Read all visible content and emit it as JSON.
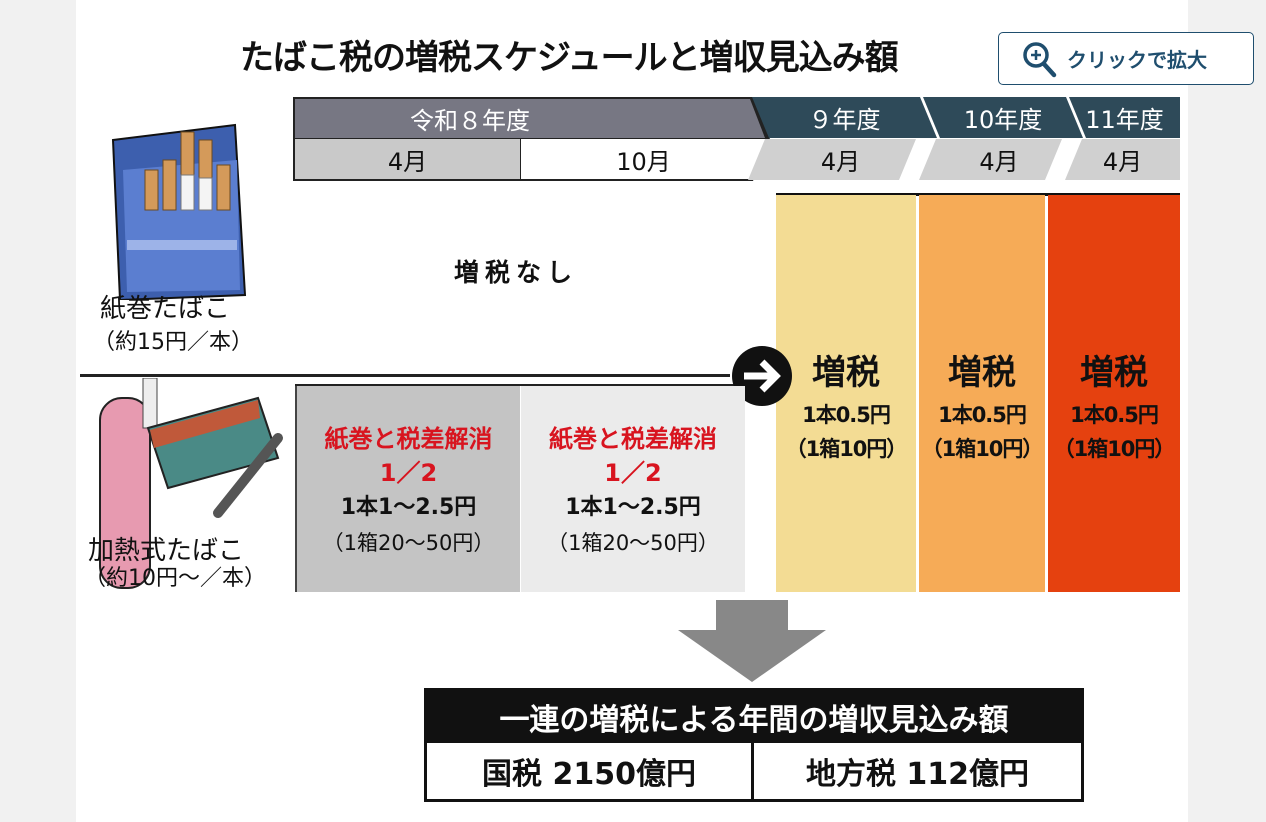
{
  "title": "たばこ税の増税スケジュールと増収見込み額",
  "zoom_button": {
    "label": "クリックで拡大",
    "icon": "zoom-in-icon"
  },
  "header": {
    "years": [
      "令和８年度",
      "９年度",
      "10年度",
      "11年度"
    ],
    "months": [
      "4月",
      "10月",
      "4月",
      "4月",
      "4月"
    ]
  },
  "rows": {
    "paper": {
      "name": "紙巻たばこ",
      "price": "（約15円／本）",
      "no_increase": "増税なし"
    },
    "heated": {
      "name": "加熱式たばこ",
      "price": "（約10円～／本）",
      "periods": [
        {
          "title": "紙巻と税差解消",
          "fraction": "1／2",
          "per_stick": "1本1～2.5円",
          "per_box": "（1箱20～50円）"
        },
        {
          "title": "紙巻と税差解消",
          "fraction": "1／2",
          "per_stick": "1本1～2.5円",
          "per_box": "（1箱20～50円）"
        }
      ]
    }
  },
  "increases": [
    {
      "label": "増税",
      "per_stick": "1本0.5円",
      "per_box": "（1箱10円）",
      "color": "#f3dc94"
    },
    {
      "label": "増税",
      "per_stick": "1本0.5円",
      "per_box": "（1箱10円）",
      "color": "#f6ab57"
    },
    {
      "label": "増税",
      "per_stick": "1本0.5円",
      "per_box": "（1箱10円）",
      "color": "#e5410f"
    }
  ],
  "summary": {
    "title": "一連の増税による年間の増収見込み額",
    "national": "国税 2150億円",
    "local": "地方税 112億円"
  }
}
